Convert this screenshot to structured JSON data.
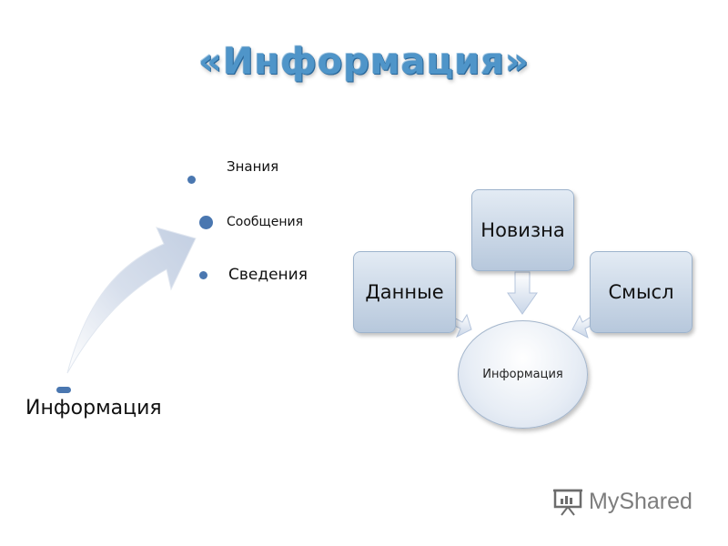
{
  "title": "«Информация»",
  "left_diagram": {
    "items": [
      "Знания",
      "Сообщения",
      "Сведения"
    ],
    "base_label": "Информация"
  },
  "right_diagram": {
    "boxes": [
      "Данные",
      "Новизна",
      "Смысл"
    ],
    "center_label": "Информация"
  },
  "watermark": {
    "text": "MyShared",
    "icon": "presentation-board-icon"
  }
}
